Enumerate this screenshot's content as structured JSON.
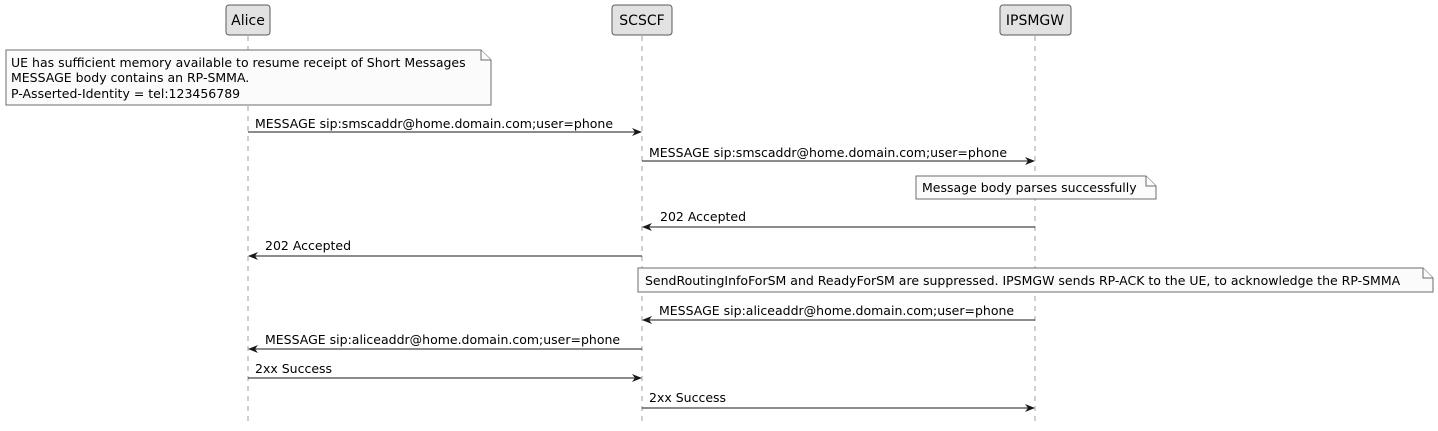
{
  "participants": {
    "alice": "Alice",
    "scscf": "SCSCF",
    "ipsmgw": "IPSMGW"
  },
  "notes": {
    "ue_memory": [
      "UE has sufficient memory available to resume receipt of Short Messages",
      "MESSAGE body contains an RP-SMMA.",
      "P-Asserted-Identity = tel:123456789"
    ],
    "parse_ok": "Message body parses successfully",
    "suppressed": "SendRoutingInfoForSM and ReadyForSM are suppressed. IPSMGW sends RP-ACK to the UE, to acknowledge the RP-SMMA"
  },
  "messages": [
    {
      "from": "Alice",
      "to": "SCSCF",
      "label": "MESSAGE sip:smscaddr@home.domain.com;user=phone"
    },
    {
      "from": "SCSCF",
      "to": "IPSMGW",
      "label": "MESSAGE sip:smscaddr@home.domain.com;user=phone"
    },
    {
      "from": "IPSMGW",
      "to": "SCSCF",
      "label": "202 Accepted"
    },
    {
      "from": "SCSCF",
      "to": "Alice",
      "label": "202 Accepted"
    },
    {
      "from": "IPSMGW",
      "to": "SCSCF",
      "label": "MESSAGE sip:aliceaddr@home.domain.com;user=phone"
    },
    {
      "from": "SCSCF",
      "to": "Alice",
      "label": "MESSAGE sip:aliceaddr@home.domain.com;user=phone"
    },
    {
      "from": "Alice",
      "to": "SCSCF",
      "label": "2xx Success"
    },
    {
      "from": "SCSCF",
      "to": "IPSMGW",
      "label": "2xx Success"
    }
  ]
}
